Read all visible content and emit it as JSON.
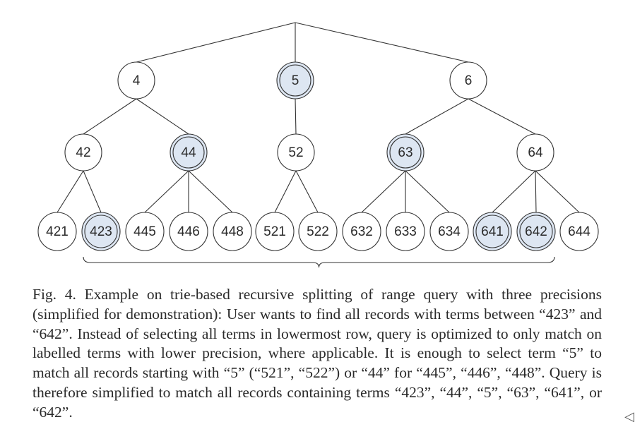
{
  "figure": {
    "nodes": {
      "level1": [
        {
          "label": "4",
          "highlighted": false
        },
        {
          "label": "5",
          "highlighted": true
        },
        {
          "label": "6",
          "highlighted": false
        }
      ],
      "level2": [
        {
          "label": "42",
          "highlighted": false
        },
        {
          "label": "44",
          "highlighted": true
        },
        {
          "label": "52",
          "highlighted": false
        },
        {
          "label": "63",
          "highlighted": true
        },
        {
          "label": "64",
          "highlighted": false
        }
      ],
      "level3": [
        {
          "label": "421",
          "highlighted": false
        },
        {
          "label": "423",
          "highlighted": true
        },
        {
          "label": "445",
          "highlighted": false
        },
        {
          "label": "446",
          "highlighted": false
        },
        {
          "label": "448",
          "highlighted": false
        },
        {
          "label": "521",
          "highlighted": false
        },
        {
          "label": "522",
          "highlighted": false
        },
        {
          "label": "632",
          "highlighted": false
        },
        {
          "label": "633",
          "highlighted": false
        },
        {
          "label": "634",
          "highlighted": false
        },
        {
          "label": "641",
          "highlighted": true
        },
        {
          "label": "642",
          "highlighted": true
        },
        {
          "label": "644",
          "highlighted": false
        }
      ]
    },
    "highlight_color": "#dde6f2",
    "caption": "Fig. 4. Example on trie-based recursive splitting of range query with three precisions (simplified for demonstration): User wants to find all records with terms between “423” and “642”. Instead of selecting all terms in lowermost row, query is optimized to only match on labelled terms with lower precision, where applicable. It is enough to select term “5” to match all records starting with “5” (“521”, “522”) or “44” for “445”, “446”, “448”. Query is therefore simplified to match all records containing terms “423”, “44”, “5”, “63”, “641”, or “642”.",
    "corner_mark": "◁"
  }
}
